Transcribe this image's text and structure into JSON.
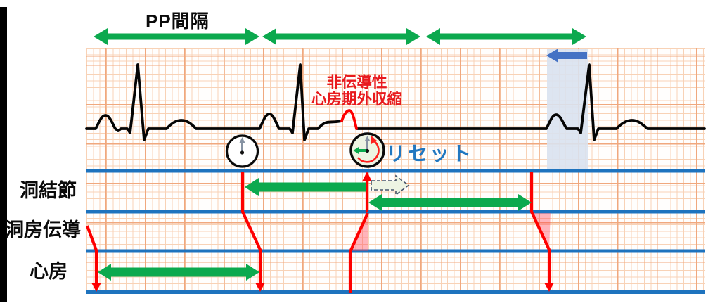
{
  "title": "PP間隔",
  "annotations": {
    "pac": {
      "line1": "非伝導性",
      "line2": "心房期外収縮"
    },
    "reset": "リセット"
  },
  "ladder": {
    "rows": [
      {
        "label": "洞結節"
      },
      {
        "label": "洞房伝導"
      },
      {
        "label": "心房"
      }
    ]
  },
  "icons": {
    "clock_normal": "clock-icon",
    "clock_reset": "clock-reset-icon",
    "pp_arrows": "double-headed-arrow-icon",
    "retrograde_shift_arrow": "left-arrow-icon",
    "expected_beat_arrow": "dashed-right-arrow-icon"
  },
  "colors": {
    "green_arrow": "#0CA94E",
    "ladder_line_blue": "#1E73BE",
    "ecg_trace": "#050505",
    "ecg_red": "#FE0000",
    "annotation_red": "#E8191D",
    "reset_text_blue": "#2177C0",
    "retrograde_arrow_blue": "#4472C4",
    "reset_band": "#D9E2F0",
    "pink_delay": "rgba(255,60,80,0.38)",
    "grid_minor": "#F8D2B6",
    "grid_major": "#F0A87E"
  }
}
